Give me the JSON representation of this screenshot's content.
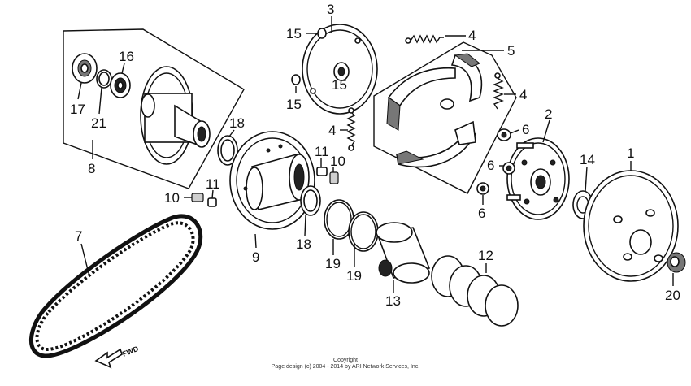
{
  "callouts": [
    {
      "id": "c3",
      "text": "3"
    },
    {
      "id": "c15a",
      "text": "15"
    },
    {
      "id": "c15b",
      "text": "15"
    },
    {
      "id": "c15c",
      "text": "15"
    },
    {
      "id": "c4a",
      "text": "4"
    },
    {
      "id": "c5",
      "text": "5"
    },
    {
      "id": "c4b",
      "text": "4"
    },
    {
      "id": "c4c",
      "text": "4"
    },
    {
      "id": "c16",
      "text": "16"
    },
    {
      "id": "c17",
      "text": "17"
    },
    {
      "id": "c21",
      "text": "21"
    },
    {
      "id": "c18a",
      "text": "18"
    },
    {
      "id": "c8",
      "text": "8"
    },
    {
      "id": "c2",
      "text": "2"
    },
    {
      "id": "c6a",
      "text": "6"
    },
    {
      "id": "c6b",
      "text": "6"
    },
    {
      "id": "c6c",
      "text": "6"
    },
    {
      "id": "c11a",
      "text": "11"
    },
    {
      "id": "c10a",
      "text": "10"
    },
    {
      "id": "c14",
      "text": "14"
    },
    {
      "id": "c1",
      "text": "1"
    },
    {
      "id": "c10b",
      "text": "10"
    },
    {
      "id": "c11b",
      "text": "11"
    },
    {
      "id": "c7",
      "text": "7"
    },
    {
      "id": "c9",
      "text": "9"
    },
    {
      "id": "c18b",
      "text": "18"
    },
    {
      "id": "c19a",
      "text": "19"
    },
    {
      "id": "c19b",
      "text": "19"
    },
    {
      "id": "c12",
      "text": "12"
    },
    {
      "id": "c13",
      "text": "13"
    },
    {
      "id": "c20",
      "text": "20"
    }
  ],
  "fwd_label": "FWD",
  "copyright": {
    "line1": "Copyright",
    "line2": "Page design (c) 2004 - 2014 by ARI Network Services, Inc."
  }
}
